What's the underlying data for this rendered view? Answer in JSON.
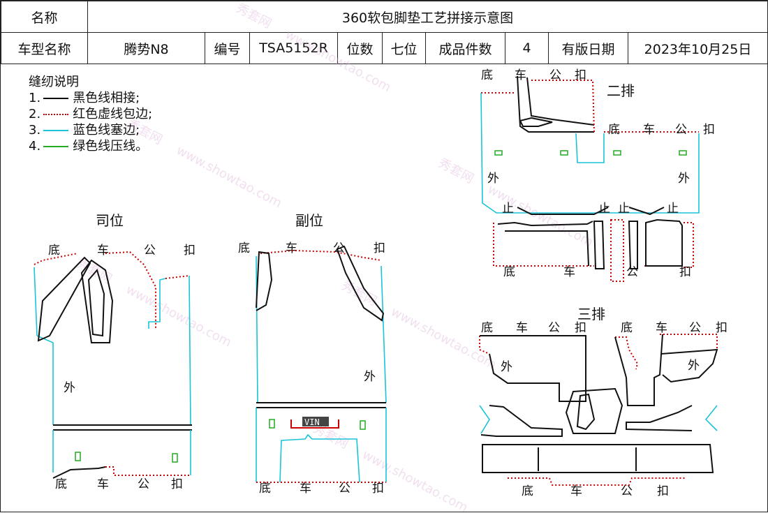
{
  "header": {
    "name_label": "名称",
    "title": "360软包脚垫工艺拼接示意图",
    "car_model_label": "车型名称",
    "car_model": "腾势N8",
    "code_label": "编号",
    "code": "TSA5152R",
    "seats_label": "位数",
    "seats": "七位",
    "pieces_label": "成品件数",
    "pieces": "4",
    "date_label": "有版日期",
    "date": "2023年10月25日"
  },
  "legend": {
    "title": "缝纫说明",
    "items": [
      {
        "num": "1.",
        "text": "黑色线相接;",
        "color": "#000000",
        "style": "solid"
      },
      {
        "num": "2.",
        "text": "红色虚线包边;",
        "color": "#cc0000",
        "style": "dotted"
      },
      {
        "num": "3.",
        "text": "蓝色线塞边;",
        "color": "#19c3d8",
        "style": "solid"
      },
      {
        "num": "4.",
        "text": "绿色线压线。",
        "color": "#22aa22",
        "style": "solid"
      }
    ]
  },
  "sections": {
    "driver": "司位",
    "passenger": "副位",
    "row2": "二排",
    "row3": "三排"
  },
  "marks": {
    "di": "底",
    "che": "车",
    "gong": "公",
    "kou": "扣",
    "wai": "外",
    "zhi": "止",
    "vin": "VIN"
  },
  "watermark": {
    "brand": "秀套网",
    "url": "www.showtao.com"
  },
  "colors": {
    "black": "#111111",
    "red": "#cc0000",
    "cyan": "#19c3d8",
    "green": "#22aa22"
  }
}
